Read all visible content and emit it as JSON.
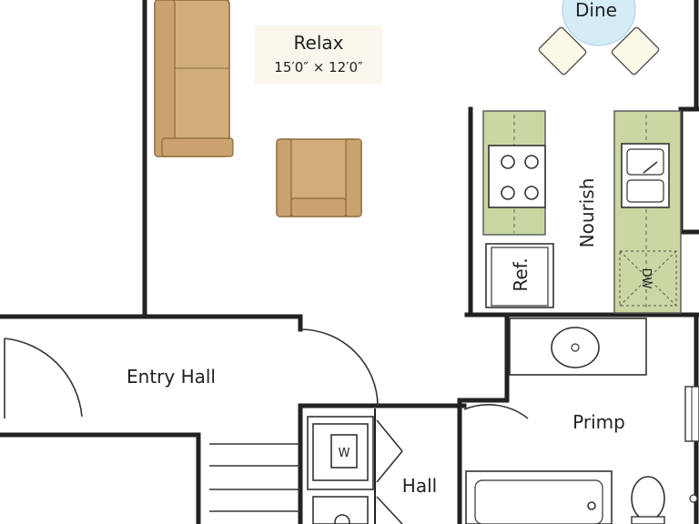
{
  "rooms": {
    "relax": {
      "name": "Relax",
      "dimensions": "15′0″ × 12′0″"
    },
    "dine": {
      "name": "Dine"
    },
    "nourish": {
      "name": "Nourish"
    },
    "entry_hall": {
      "name": "Entry Hall"
    },
    "primp": {
      "name": "Primp"
    },
    "hall": {
      "name": "Hall"
    }
  },
  "appliances": {
    "refrigerator": "Ref.",
    "dishwasher": "DW",
    "washer": "W"
  },
  "colors": {
    "walls": "#222222",
    "furniture": "#d2ad7c",
    "counter": "#c9d7a2",
    "label_bg": "#faf6ec",
    "table": "#d5ecf7"
  }
}
